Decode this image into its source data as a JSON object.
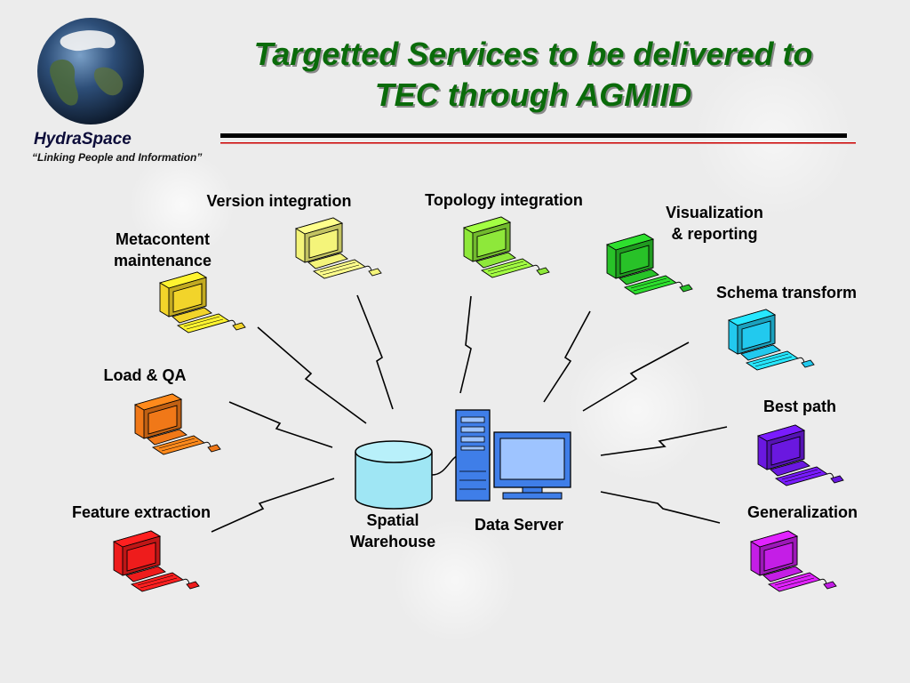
{
  "header": {
    "title_line1": "Targetted Services to be delivered to",
    "title_line2": "TEC through AGMIID",
    "brand": "HydraSpace",
    "tagline": "“Linking People and Information”"
  },
  "diagram": {
    "center": {
      "warehouse_line1": "Spatial",
      "warehouse_line2": "Warehouse",
      "server_label": "Data Server"
    },
    "services": [
      {
        "id": "version-integration",
        "label_lines": [
          "Version integration"
        ],
        "color": "#f4f47a"
      },
      {
        "id": "topology-integration",
        "label_lines": [
          "Topology integration"
        ],
        "color": "#8ee83a"
      },
      {
        "id": "visualization-reporting",
        "label_lines": [
          "Visualization",
          "& reporting"
        ],
        "color": "#28c228"
      },
      {
        "id": "metacontent-maintenance",
        "label_lines": [
          "Metacontent",
          "maintenance"
        ],
        "color": "#f2d42a"
      },
      {
        "id": "schema-transform",
        "label_lines": [
          "Schema transform"
        ],
        "color": "#22c9ee"
      },
      {
        "id": "load-qa",
        "label_lines": [
          "Load & QA"
        ],
        "color": "#f07818"
      },
      {
        "id": "best-path",
        "label_lines": [
          "Best path"
        ],
        "color": "#6a18e0"
      },
      {
        "id": "feature-extraction",
        "label_lines": [
          "Feature extraction"
        ],
        "color": "#ee1c1c"
      },
      {
        "id": "generalization",
        "label_lines": [
          "Generalization"
        ],
        "color": "#c41ee6"
      }
    ],
    "colors": {
      "warehouse": "#9fe6f4",
      "server": "#3f7ee8",
      "title": "#0a6b0a",
      "rule_primary": "#000000",
      "rule_accent": "#cc0000"
    }
  }
}
